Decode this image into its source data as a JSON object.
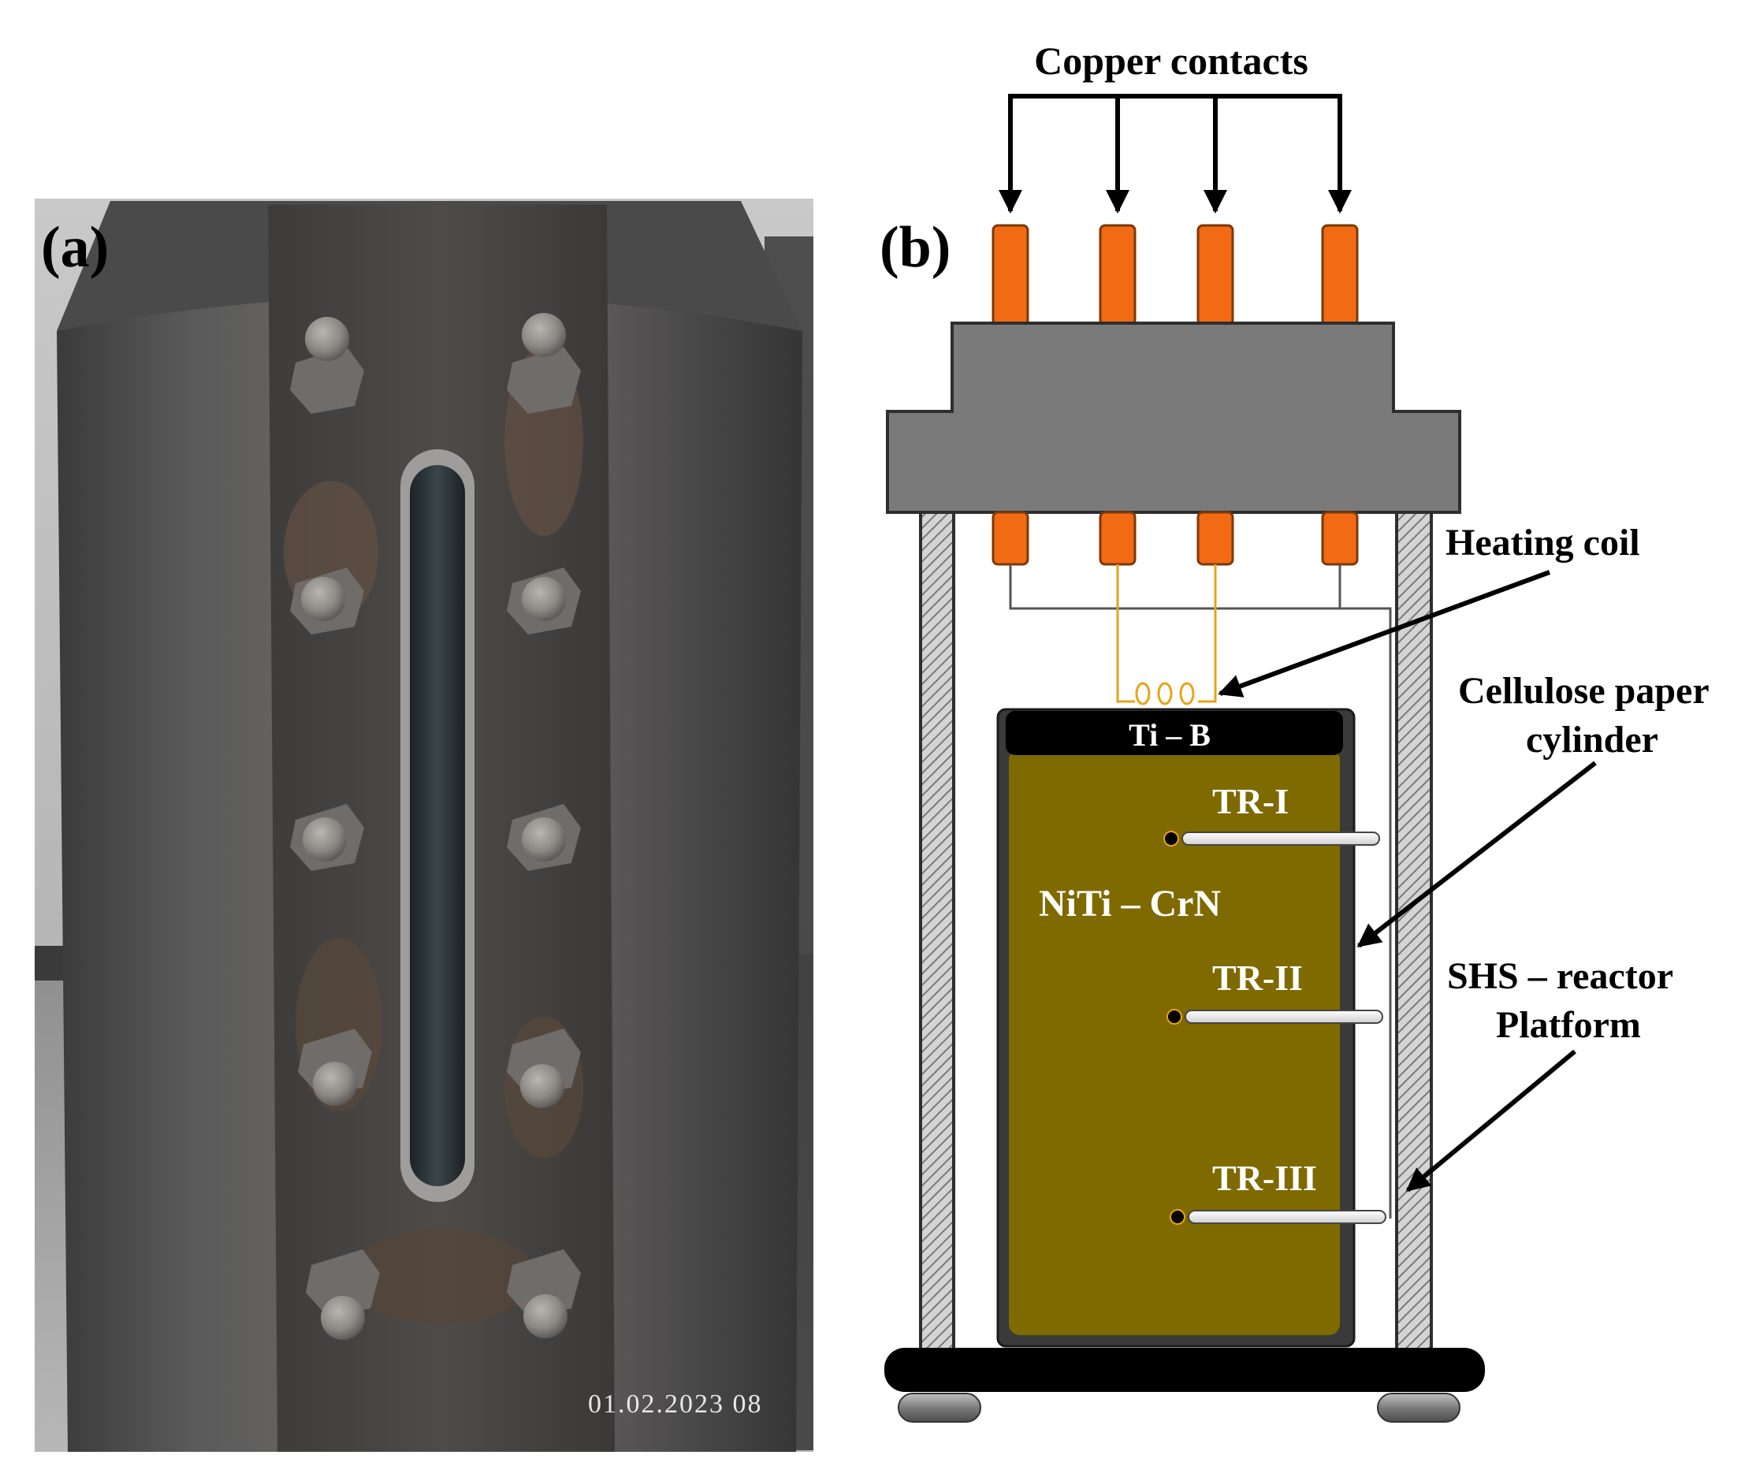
{
  "panel_a": {
    "label": "(a)",
    "timestamp": "01.02.2023 08"
  },
  "panel_b": {
    "label": "(b)",
    "labels": {
      "copper_contacts": "Copper contacts",
      "heating_coil": "Heating coil",
      "cellulose_line1": "Cellulose paper",
      "cellulose_line2": "cylinder",
      "shs_line1": "SHS – reactor",
      "shs_line2": "Platform",
      "ti_b": "Ti – B",
      "niti_crn": "NiTi – CrN",
      "tr1": "TR-I",
      "tr2": "TR-II",
      "tr3": "TR-III"
    },
    "colors": {
      "copper": "#f26a14",
      "lid": "#7a7a7a",
      "sample": "#7f6a00",
      "cap": "#000000",
      "coil": "#e8a317",
      "wall_hatch": "#9a9a9a"
    }
  }
}
